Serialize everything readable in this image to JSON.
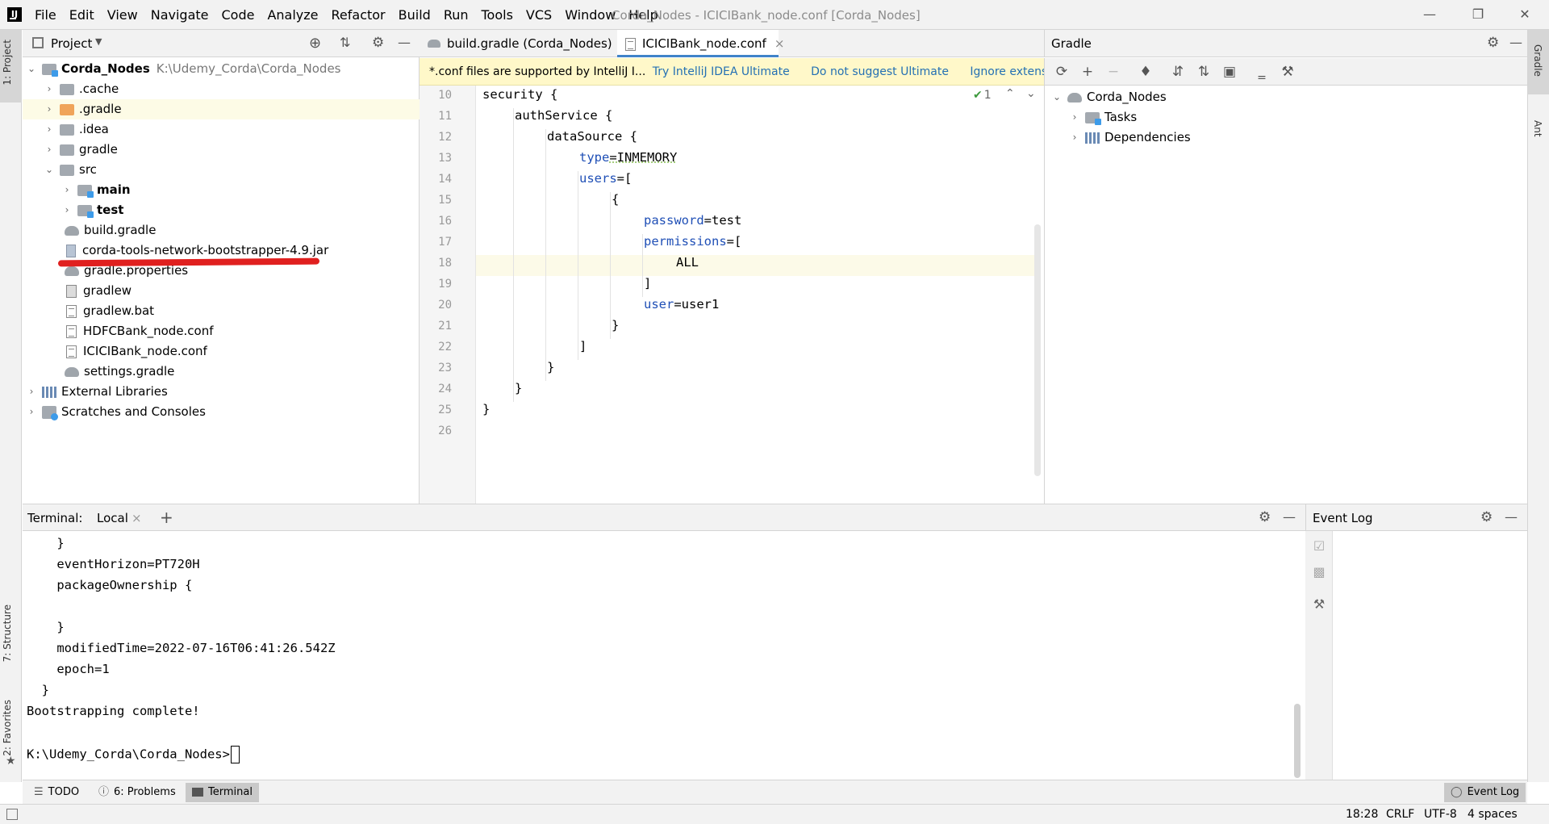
{
  "titlebar": {
    "menu": [
      "File",
      "Edit",
      "View",
      "Navigate",
      "Code",
      "Analyze",
      "Refactor",
      "Build",
      "Run",
      "Tools",
      "VCS",
      "Window",
      "Help"
    ],
    "window_title": "Corda_Nodes - ICICIBank_node.conf [Corda_Nodes]"
  },
  "left_strip": {
    "project_tab": "1: Project",
    "structure_tab": "7: Structure",
    "favorites_tab": "2: Favorites"
  },
  "right_strip": {
    "gradle_tab": "Gradle",
    "ant_tab": "Ant"
  },
  "project": {
    "header": "Project",
    "root": {
      "name": "Corda_Nodes",
      "path": "K:\\Udemy_Corda\\Corda_Nodes"
    },
    "items": [
      ".cache",
      ".gradle",
      ".idea",
      "gradle",
      "src",
      "main",
      "test",
      "build.gradle",
      "corda-tools-network-bootstrapper-4.9.jar",
      "gradle.properties",
      "gradlew",
      "gradlew.bat",
      "HDFCBank_node.conf",
      "ICICIBank_node.conf",
      "settings.gradle",
      "External Libraries",
      "Scratches and Consoles"
    ]
  },
  "editor": {
    "tabs": [
      "build.gradle (Corda_Nodes)",
      "ICICIBank_node.conf"
    ],
    "banner": {
      "message": "*.conf files are supported by IntelliJ I...",
      "try_link": "Try IntelliJ IDEA Ultimate",
      "dont_suggest_link": "Do not suggest Ultimate",
      "ignore_link": "Ignore extension"
    },
    "inspection_count": "1",
    "line_numbers": [
      "10",
      "11",
      "12",
      "13",
      "14",
      "15",
      "16",
      "17",
      "18",
      "19",
      "20",
      "21",
      "22",
      "23",
      "24",
      "25",
      "26"
    ],
    "code": {
      "l10": "security {",
      "l11": "authService {",
      "l12": "dataSource {",
      "l13_key": "type",
      "l13_val": "=INMEMORY",
      "l14_key": "users",
      "l14_val": "=[",
      "l15": "{",
      "l16_key": "password",
      "l16_val": "=test",
      "l17_key": "permissions",
      "l17_val": "=[",
      "l18": "ALL",
      "l19": "]",
      "l20_key": "user",
      "l20_val": "=user1",
      "l21": "}",
      "l22": "]",
      "l23": "}",
      "l24": "}",
      "l25": "}"
    }
  },
  "gradle": {
    "header": "Gradle",
    "root": "Corda_Nodes",
    "children": [
      "Tasks",
      "Dependencies"
    ]
  },
  "terminal": {
    "label": "Terminal:",
    "tab": "Local",
    "lines": {
      "t1": "    }",
      "t2": "    eventHorizon=PT720H",
      "t3": "    packageOwnership {",
      "t4": "",
      "t5": "    }",
      "t6": "    modifiedTime=2022-07-16T06:41:26.542Z",
      "t7": "    epoch=1",
      "t8": "  }",
      "t9": "Bootstrapping complete!",
      "t10": "",
      "prompt": "K:\\Udemy_Corda\\Corda_Nodes>"
    }
  },
  "event_log": {
    "header": "Event Log"
  },
  "toolwindow_bar": {
    "todo": "TODO",
    "problems": "6: Problems",
    "terminal": "Terminal",
    "event_log": "Event Log"
  },
  "statusbar": {
    "position": "18:28",
    "line_sep": "CRLF",
    "encoding": "UTF-8",
    "indent": "4 spaces"
  },
  "colors": {
    "keyword": "#1f4fb6",
    "annotation_red": "#e0201f",
    "active_tab_underline": "#4083c9",
    "banner_bg": "#fff8c9"
  }
}
